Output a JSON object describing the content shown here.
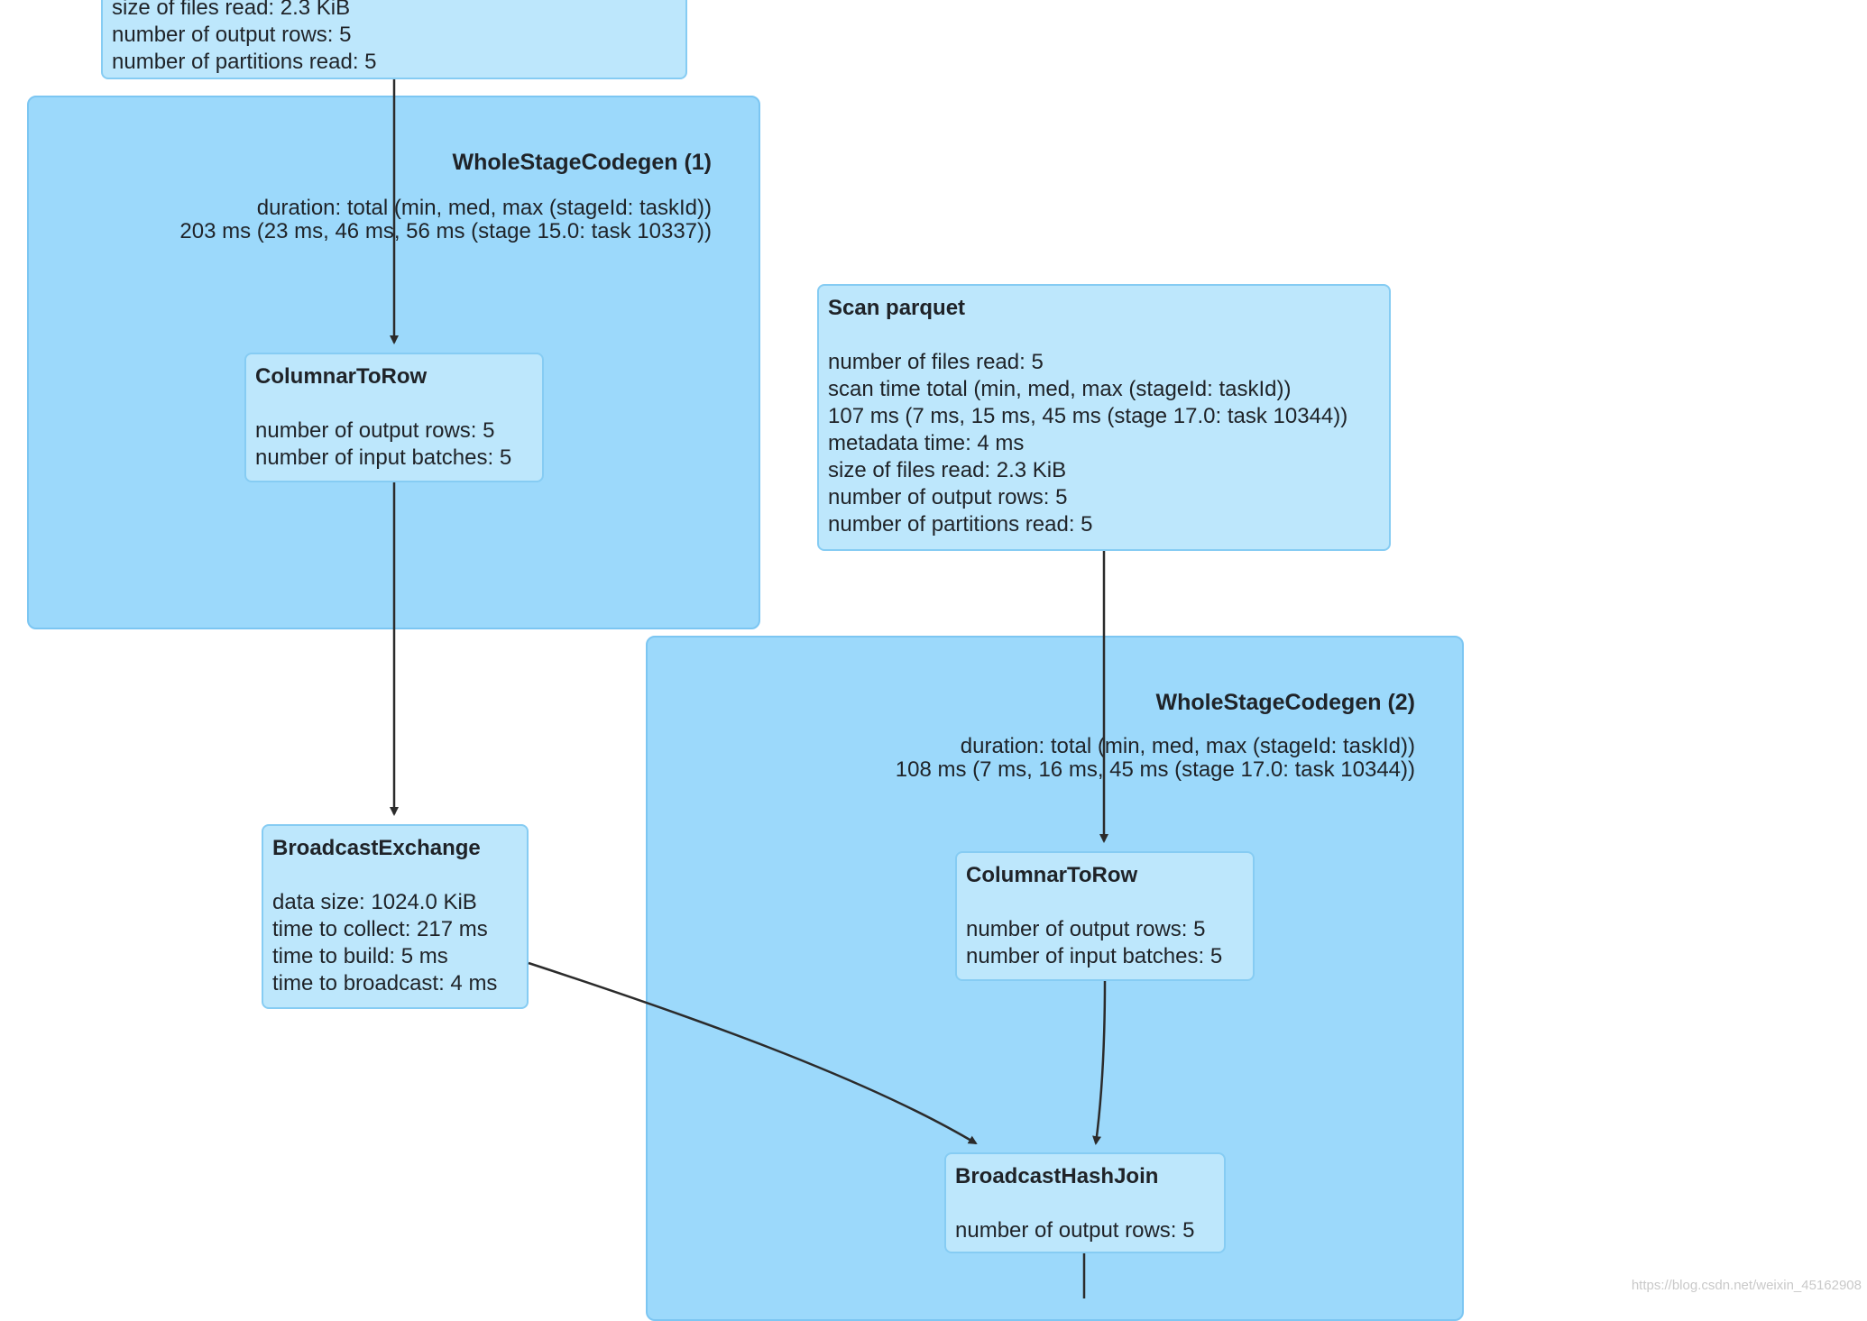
{
  "top_scan_partial": {
    "lines": [
      "size of files read: 2.3 KiB",
      "number of output rows: 5",
      "number of partitions read: 5"
    ]
  },
  "wscg1": {
    "title": "WholeStageCodegen (1)",
    "metric_header": "duration: total (min, med, max (stageId: taskId))",
    "metric_value": "203 ms (23 ms, 46 ms, 56 ms (stage 15.0: task 10337))"
  },
  "columnar1": {
    "title": "ColumnarToRow",
    "lines": [
      "number of output rows: 5",
      "number of input batches: 5"
    ]
  },
  "scan_parquet": {
    "title": "Scan parquet",
    "lines": [
      "number of files read: 5",
      "scan time total (min, med, max (stageId: taskId))",
      "107 ms (7 ms, 15 ms, 45 ms (stage 17.0: task 10344))",
      "metadata time: 4 ms",
      "size of files read: 2.3 KiB",
      "number of output rows: 5",
      "number of partitions read: 5"
    ]
  },
  "wscg2": {
    "title": "WholeStageCodegen (2)",
    "metric_header": "duration: total (min, med, max (stageId: taskId))",
    "metric_value": "108 ms (7 ms, 16 ms, 45 ms (stage 17.0: task 10344))"
  },
  "broadcast_exchange": {
    "title": "BroadcastExchange",
    "lines": [
      "data size: 1024.0 KiB",
      "time to collect: 217 ms",
      "time to build: 5 ms",
      "time to broadcast: 4 ms"
    ]
  },
  "columnar2": {
    "title": "ColumnarToRow",
    "lines": [
      "number of output rows: 5",
      "number of input batches: 5"
    ]
  },
  "broadcast_hash_join": {
    "title": "BroadcastHashJoin",
    "lines": [
      "number of output rows: 5"
    ]
  },
  "watermark": "https://blog.csdn.net/weixin_45162908",
  "colors": {
    "cluster_fill": "#9cd9fb",
    "node_fill": "#bde7fc",
    "edge": "#2b2b2b"
  }
}
